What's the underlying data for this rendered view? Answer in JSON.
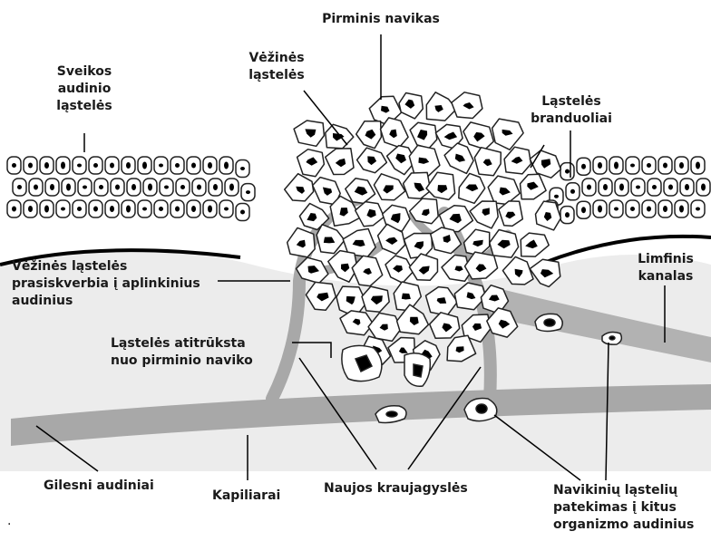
{
  "labels": {
    "primary_tumor": "Pirminis navikas",
    "cancer_cells": [
      "Vėžinės",
      "ląstelės"
    ],
    "healthy_cells": [
      "Sveikos",
      "audinio",
      "ląstelės"
    ],
    "cell_nuclei": [
      "Ląstelės",
      "branduoliai"
    ],
    "invasion": [
      "Vėžinės ląstelės",
      "prasiskverbia į aplinkinius",
      "audinius"
    ],
    "lymph_channel": [
      "Limfinis",
      "kanalas"
    ],
    "detachment": [
      "Ląstelės atitrūksta",
      "nuo pirminio naviko"
    ],
    "deeper_tissue": "Gilesni audiniai",
    "capillaries": "Kapiliarai",
    "new_vessels": "Naujos kraujagyslės",
    "metastasis": [
      "Navikinių ląstelių",
      "patekimas į kitus",
      "organizmo audinius"
    ],
    "corner_mark": "."
  },
  "colors": {
    "tissue": "#ececec",
    "vessel": "#a8a8a8",
    "outline": "#222222",
    "nucleus": "#000000"
  }
}
